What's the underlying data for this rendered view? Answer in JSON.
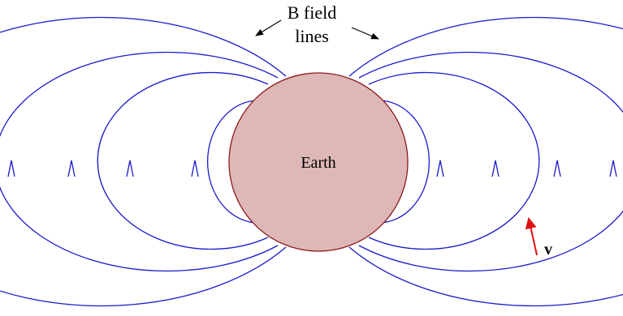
{
  "labels": {
    "earth": "Earth",
    "field_line_1": "B field",
    "field_line_2": "lines",
    "velocity": "v"
  },
  "colors": {
    "field_lines": "#1a1acc",
    "earth_fill": "#deb7b7",
    "earth_stroke": "#8b1a1a",
    "velocity_arrow": "#e01010",
    "pointer_arrows": "#000000",
    "text": "#000000"
  },
  "field_line_count_per_side": 4,
  "field_direction": "upward at outer edge (counter-clockwise on left, clockwise on right)"
}
